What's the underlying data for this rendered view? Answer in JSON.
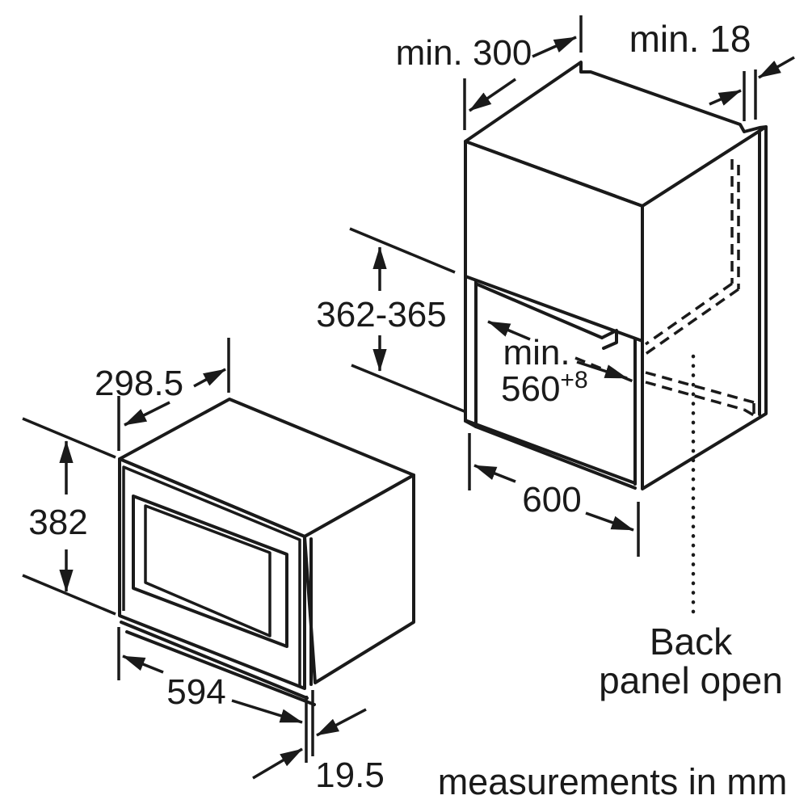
{
  "units_note": "measurements in mm",
  "back_panel_note": {
    "line1": "Back",
    "line2": "panel open"
  },
  "colors": {
    "ink": "#1a1a1a",
    "paper": "#ffffff"
  },
  "appliance": {
    "depth": "298.5",
    "height": "382",
    "width": "594",
    "front_protrusion": "19.5"
  },
  "cabinet": {
    "top_depth": "min. 300",
    "rear_gap": "min. 18",
    "niche_height": "362-365",
    "niche_width_prefix": "min.",
    "niche_width_value": "560",
    "niche_width_tolerance": "+8",
    "outer_width": "600"
  }
}
